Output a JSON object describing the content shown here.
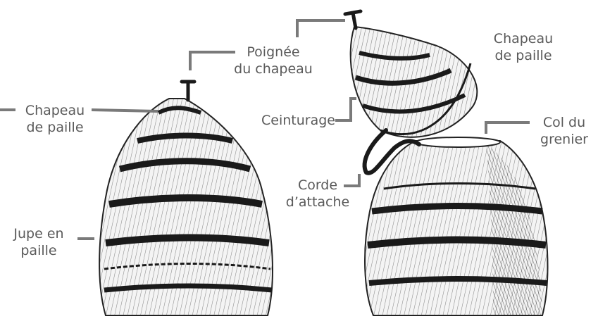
{
  "labels": {
    "straw_hat_left": [
      "Chapeau",
      "de paille"
    ],
    "hat_handle": [
      "Poignée",
      "du chapeau"
    ],
    "straw_skirt": [
      "Jupe en",
      "paille"
    ],
    "straw_hat_right": [
      "Chapeau",
      "de paille"
    ],
    "belting": [
      "Ceinturage"
    ],
    "tie_rope": [
      "Corde",
      "d’attache"
    ],
    "granary_neck": [
      "Col du",
      "grenier"
    ]
  },
  "colors": {
    "label_text": "#5a5a5a",
    "leader_line": "#7a7a7a",
    "ink": "#222222",
    "background": "#ffffff"
  }
}
